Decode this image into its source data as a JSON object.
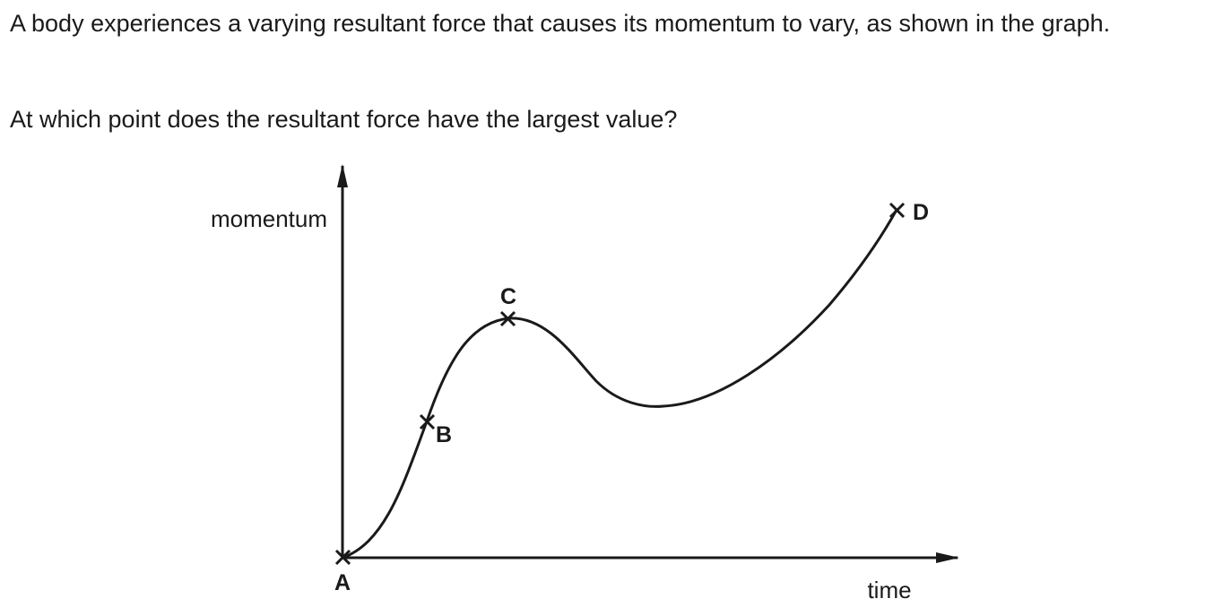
{
  "question": {
    "stem": "A body experiences a varying resultant force that causes its momentum to vary, as shown in the graph.",
    "prompt": "At which point does the resultant force have the largest value?"
  },
  "graph": {
    "y_axis_label": "momentum",
    "x_axis_label": "time",
    "points": [
      {
        "label": "A"
      },
      {
        "label": "B"
      },
      {
        "label": "C"
      },
      {
        "label": "D"
      }
    ]
  },
  "colors": {
    "ink": "#1a1a1a",
    "background": "#ffffff"
  }
}
